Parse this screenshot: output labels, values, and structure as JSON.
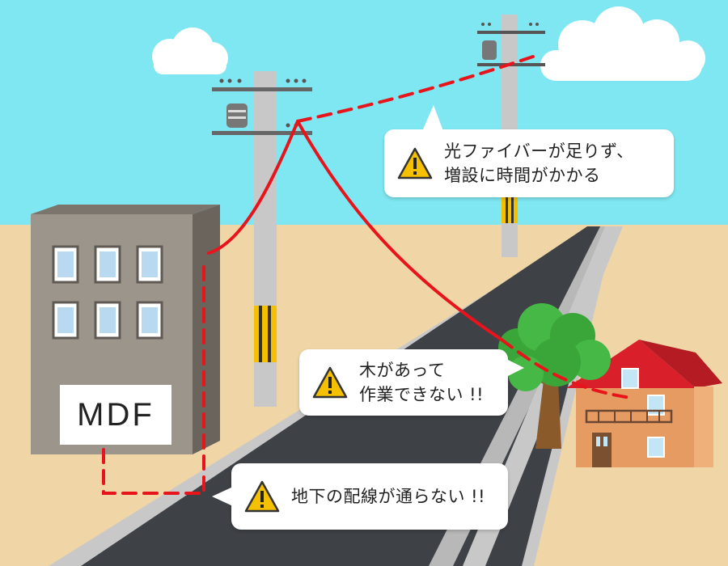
{
  "building": {
    "label": "MDF"
  },
  "callouts": {
    "fiber": {
      "line1": "光ファイバーが足りず、",
      "line2": "増設に時間がかかる"
    },
    "tree": {
      "line1": "木があって",
      "line2": "作業できない !!"
    },
    "underground": {
      "line1": "地下の配線が通らない !!"
    }
  },
  "colors": {
    "sky": "#7fe7f2",
    "ground": "#f0d5a6",
    "road": "#3e4146",
    "cable": "#e8141b",
    "warning": "#f5c000"
  },
  "icons": [
    "warning-icon",
    "utility-pole",
    "tree",
    "house",
    "building",
    "cloud"
  ]
}
